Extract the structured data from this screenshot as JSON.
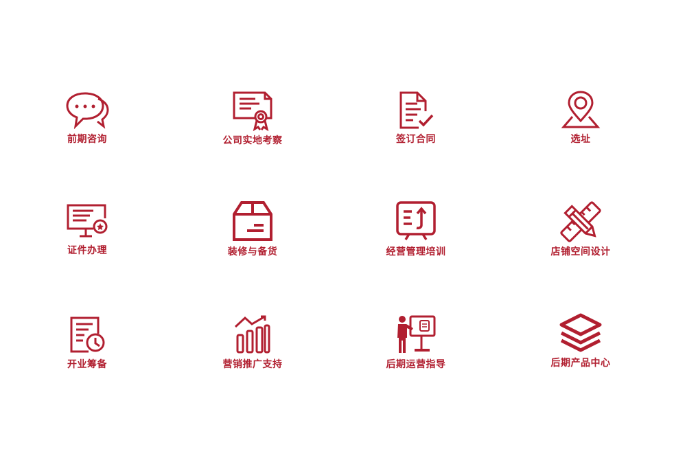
{
  "accent_color": "#b11f30",
  "items": [
    {
      "label": "前期咨询",
      "icon": "chat-bubbles-icon"
    },
    {
      "label": "公司实地考察",
      "icon": "certificate-icon"
    },
    {
      "label": "签订合同",
      "icon": "signed-document-icon"
    },
    {
      "label": "选址",
      "icon": "location-pin-icon"
    },
    {
      "label": "证件办理",
      "icon": "monitor-badge-icon"
    },
    {
      "label": "装修与备货",
      "icon": "box-icon"
    },
    {
      "label": "经营管理培训",
      "icon": "board-icon"
    },
    {
      "label": "店铺空间设计",
      "icon": "pencil-ruler-icon"
    },
    {
      "label": "开业筹备",
      "icon": "document-clock-icon"
    },
    {
      "label": "营销推广支持",
      "icon": "growth-chart-icon"
    },
    {
      "label": "后期运营指导",
      "icon": "presenter-icon"
    },
    {
      "label": "后期产品中心",
      "icon": "layers-icon"
    }
  ]
}
